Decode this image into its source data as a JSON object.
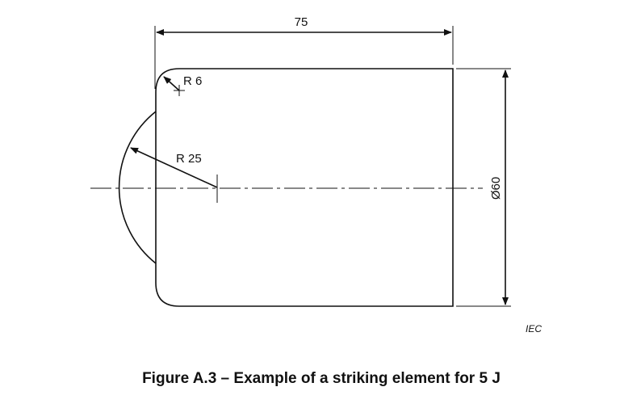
{
  "figure": {
    "caption": "Figure A.3 – Example of a striking element for 5 J",
    "iec_mark": "IEC"
  },
  "dimensions": {
    "length": "75",
    "diameter": "Ø60",
    "corner_radius": "R 6",
    "face_radius": "R 25"
  },
  "colors": {
    "line": "#111111",
    "background": "#ffffff"
  }
}
